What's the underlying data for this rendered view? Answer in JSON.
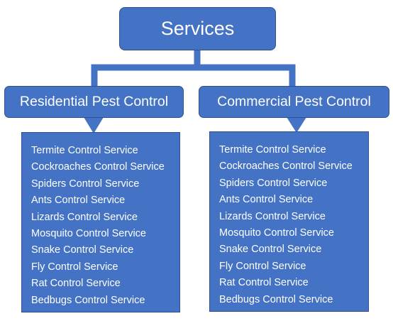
{
  "diagram": {
    "root": {
      "label": "Services"
    },
    "categories": [
      {
        "label": "Residential Pest Control",
        "items": [
          "Termite Control Service",
          "Cockroaches Control Service",
          "Spiders Control Service",
          "Ants Control Service",
          "Lizards Control Service",
          "Mosquito Control Service",
          "Snake Control Service",
          "Fly Control Service",
          "Rat Control Service",
          "Bedbugs Control Service"
        ]
      },
      {
        "label": "Commercial Pest Control",
        "items": [
          "Termite Control Service",
          "Cockroaches Control Service",
          "Spiders Control Service",
          "Ants Control Service",
          "Lizards Control Service",
          "Mosquito Control Service",
          "Snake Control Service",
          "Fly Control Service",
          "Rat Control Service",
          "Bedbugs Control Service"
        ]
      }
    ],
    "colors": {
      "node_fill": "#4472c4",
      "node_border": "#2f528f",
      "text": "#ffffff"
    }
  }
}
